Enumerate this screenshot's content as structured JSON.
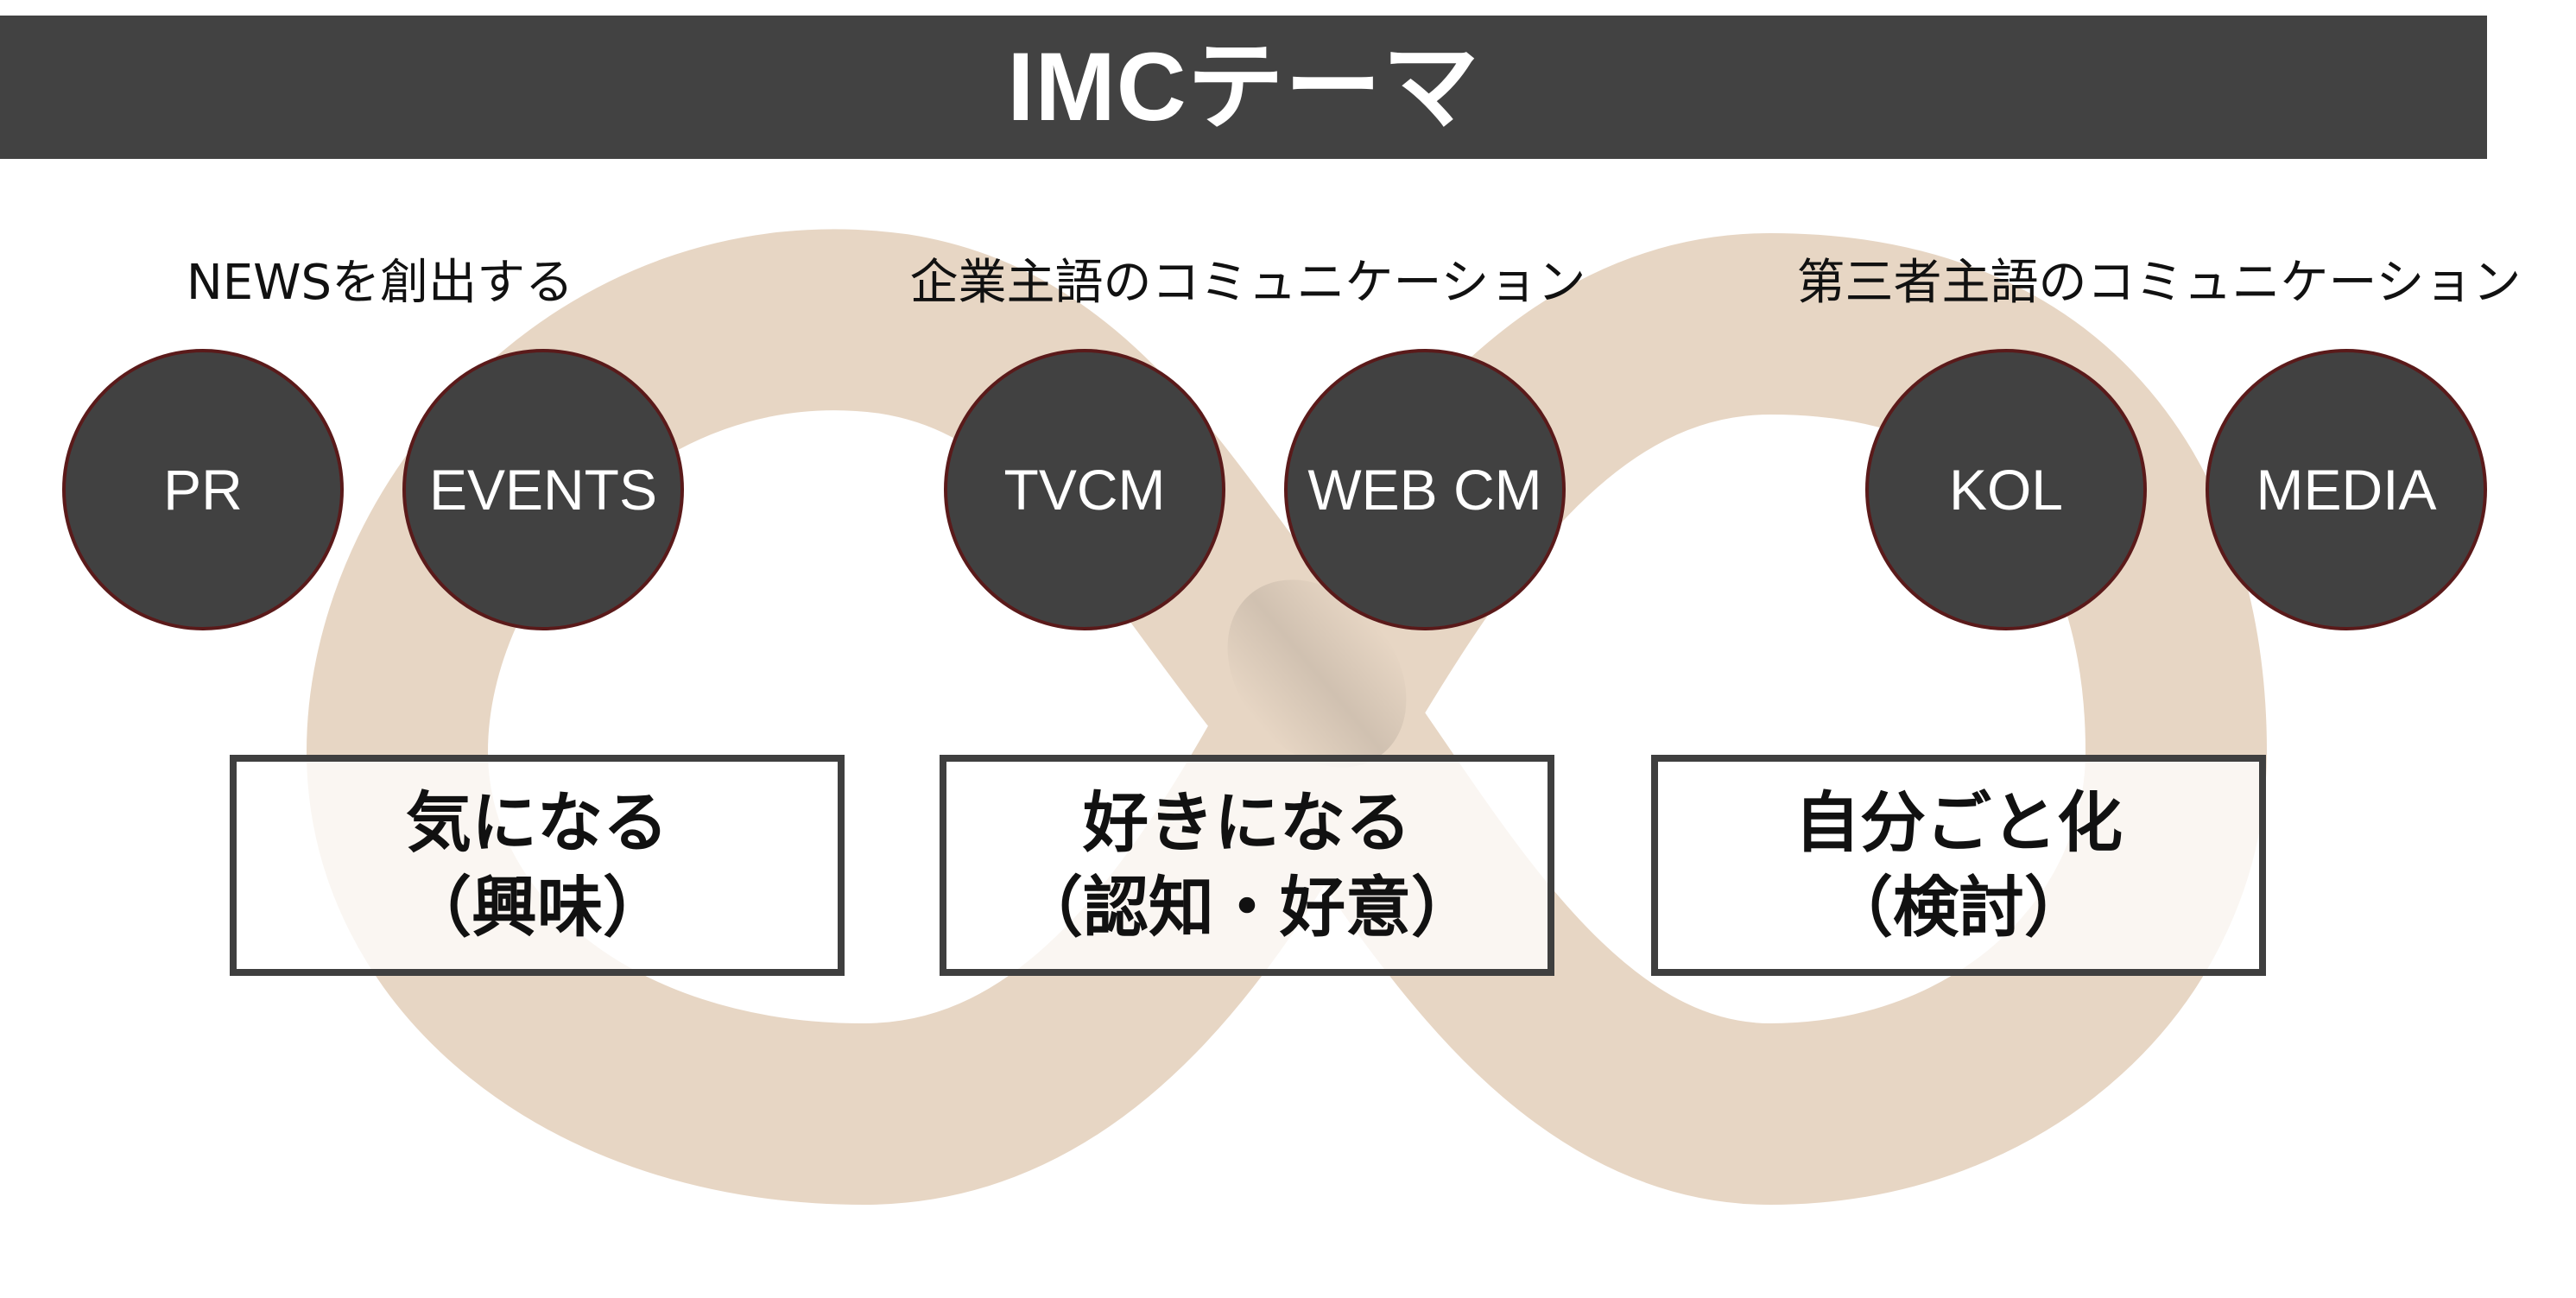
{
  "title": "IMCテーマ",
  "colors": {
    "title_bar": "#424242",
    "title_text": "#ffffff",
    "circle_fill": "#414141",
    "circle_border": "#5a1a1a",
    "loop": "#e7d6c4",
    "box_border": "#3f3f3f"
  },
  "groups": [
    {
      "label": "NEWSを創出する",
      "channels": [
        "PR",
        "EVENTS"
      ],
      "stage": {
        "main": "気になる",
        "sub": "（興味）"
      }
    },
    {
      "label": "企業主語のコミュニケーション",
      "channels": [
        "TVCM",
        "WEB CM"
      ],
      "stage": {
        "main": "好きになる",
        "sub": "（認知・好意）"
      }
    },
    {
      "label": "第三者主語のコミュニケーション",
      "channels": [
        "KOL",
        "MEDIA"
      ],
      "stage": {
        "main": "自分ごと化",
        "sub": "（検討）"
      }
    }
  ]
}
